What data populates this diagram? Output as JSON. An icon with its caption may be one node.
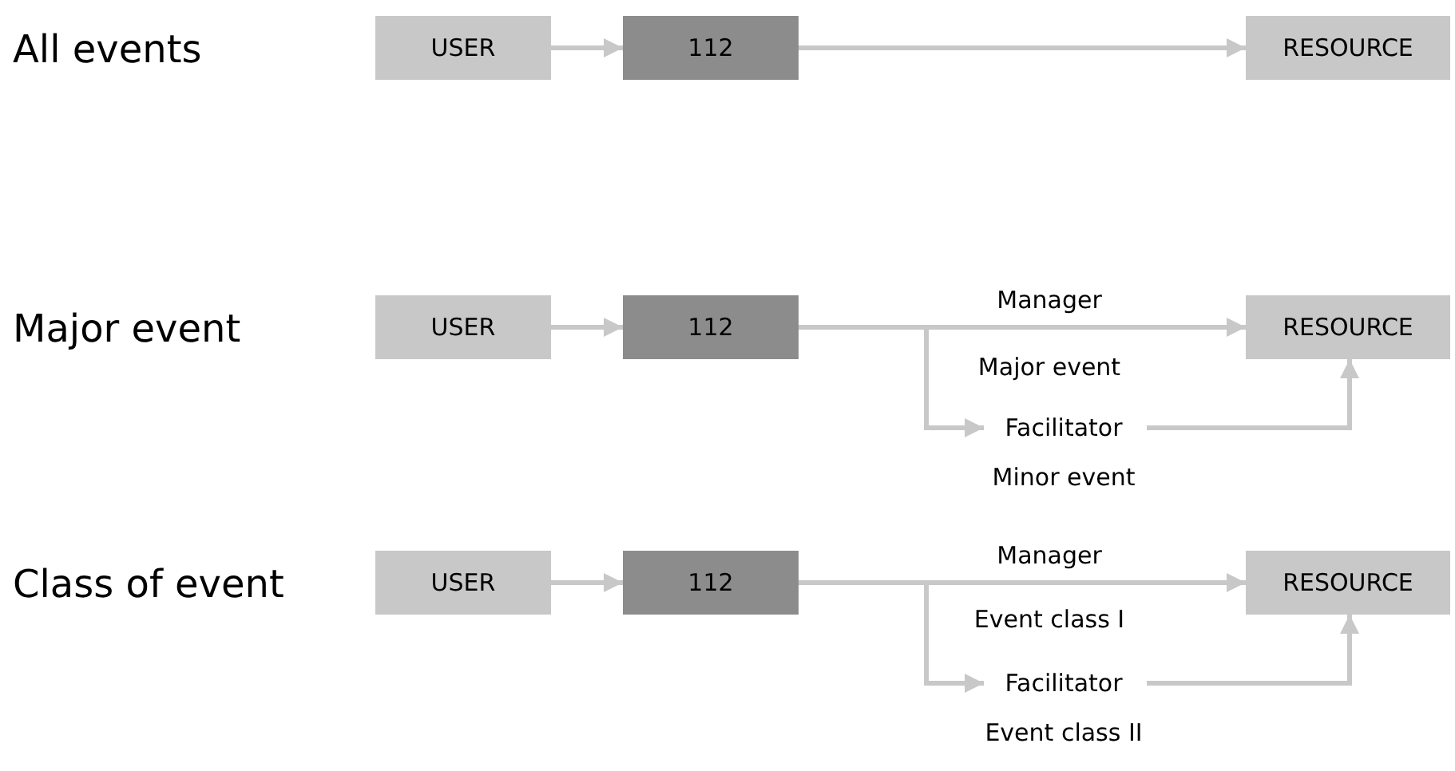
{
  "diagram": {
    "nodes": [
      {
        "text": [
          "USER"
        ]
      },
      {
        "text": [
          "112"
        ]
      },
      {
        "text": [
          "RESOURCE"
        ]
      },
      {
        "text": [
          "USER"
        ]
      },
      {
        "text": [
          "112"
        ]
      },
      {
        "text": [
          "RESOURCE"
        ]
      },
      {
        "text": [
          "Facilitator"
        ],
        "beside": [
          "Minor event"
        ]
      },
      {
        "text": [
          "USER"
        ]
      },
      {
        "text": [
          "112"
        ]
      },
      {
        "text": [
          "RESOURCE"
        ]
      },
      {
        "text": [
          "Facilitator"
        ],
        "beside": [
          "Event class II"
        ]
      }
    ],
    "edges": [
      {
        "from": 0,
        "to": 1,
        "arrow": "to"
      },
      {
        "from": 1,
        "to": 2,
        "arrow": "to"
      },
      {
        "from": 3,
        "to": 4,
        "arrow": "to"
      },
      {
        "from": 4,
        "to": 5,
        "arrow": "to",
        "label": "Manager"
      },
      {
        "from": 4,
        "to": 6,
        "arrow": "to"
      },
      {
        "from": 6,
        "to": 5,
        "arrow": "to"
      },
      {
        "from": 7,
        "to": 8,
        "arrow": "to"
      },
      {
        "from": 8,
        "to": 9,
        "arrow": "to",
        "label": "Manager"
      },
      {
        "from": 8,
        "to": 10,
        "arrow": "to"
      },
      {
        "from": 10,
        "to": 9,
        "arrow": "to"
      }
    ],
    "labels": [
      "All events",
      "Major event",
      "Major event",
      "Class of event",
      "Event class I"
    ]
  }
}
